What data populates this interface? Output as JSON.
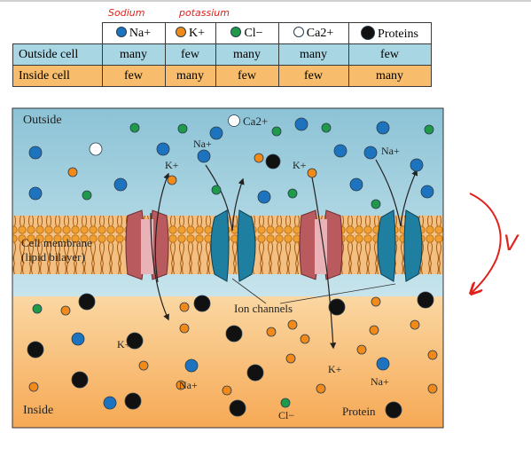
{
  "table": {
    "headers": [
      {
        "label": "Na+",
        "color": "#1e73be"
      },
      {
        "label": "K+",
        "color": "#f28a1a"
      },
      {
        "label": "Cl−",
        "color": "#1f9a4a"
      },
      {
        "label": "Ca2+",
        "color": "#ffffff"
      },
      {
        "label": "Proteins",
        "color": "#111111"
      }
    ],
    "rows": [
      {
        "label": "Outside cell",
        "values": [
          "many",
          "few",
          "many",
          "many",
          "few"
        ]
      },
      {
        "label": "Inside cell",
        "values": [
          "few",
          "many",
          "few",
          "few",
          "many"
        ]
      }
    ]
  },
  "handwritten": {
    "sodium": "Sodium",
    "potassium": "potassium",
    "note": "V"
  },
  "diagram": {
    "outside": "Outside",
    "inside": "Inside",
    "membrane_line1": "Cell membrane",
    "membrane_line2": "(lipid bilayer)",
    "ion_channels": "Ion channels",
    "ca_label": "Ca2+",
    "na": "Na+",
    "k": "K+",
    "cl": "Cl−",
    "protein": "Protein",
    "minus": "−"
  },
  "colors": {
    "na": "#1e73be",
    "k": "#f28a1a",
    "cl": "#1f9a4a",
    "ca": "#ffffff",
    "protein": "#111111",
    "outside_fluid": "#a9d4e2",
    "inside_fluid": "#f7c07a",
    "channel_pink": "#b85a5e",
    "channel_blue": "#1f7fa0",
    "annotation": "#e0211c"
  }
}
